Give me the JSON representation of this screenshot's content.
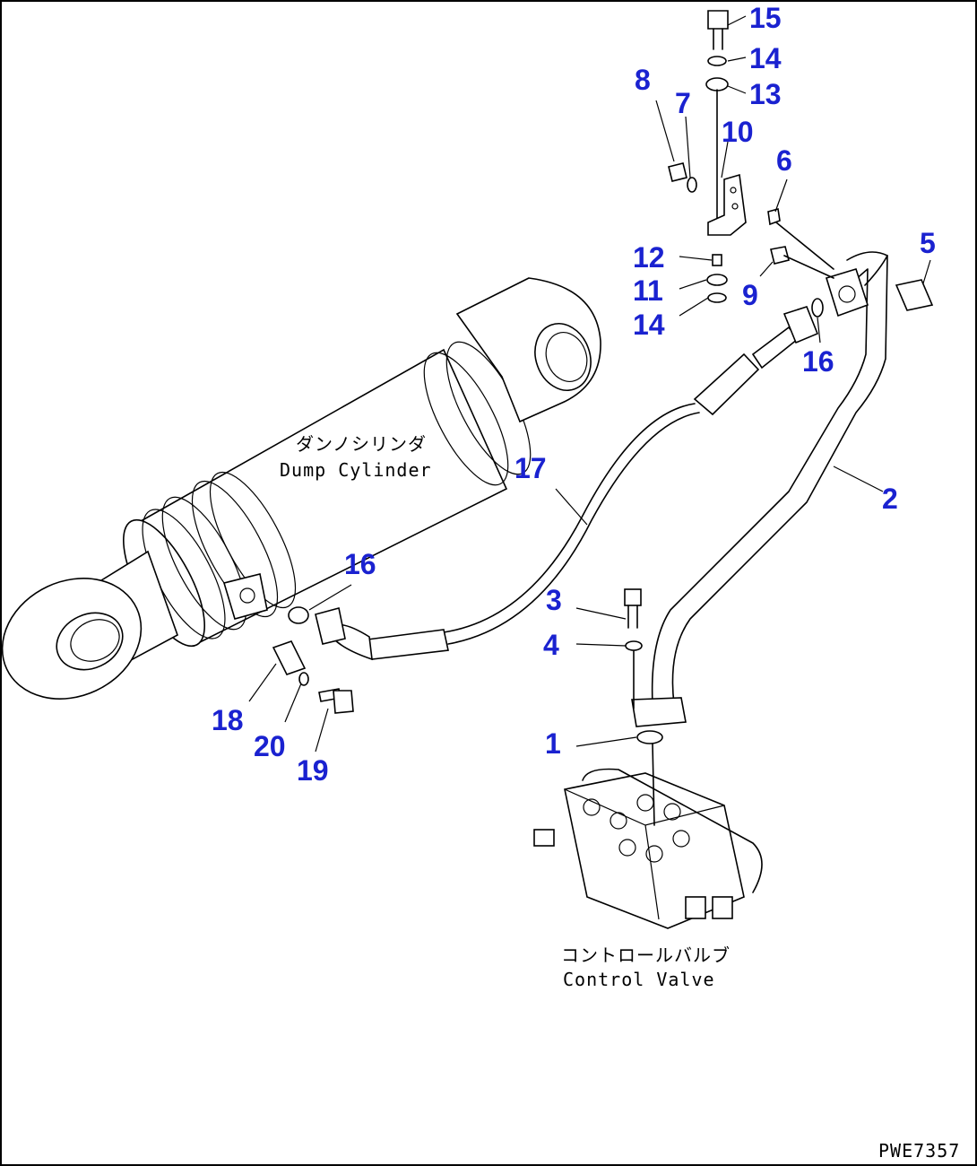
{
  "drawing_number": "PWE7357",
  "components": {
    "dump_cylinder": {
      "label_jp": "ダンノシリンダ",
      "label_en": "Dump Cylinder"
    },
    "control_valve": {
      "label_jp": "コントロールバルブ",
      "label_en": "Control Valve"
    }
  },
  "callouts": [
    {
      "id": "c15",
      "text": "15"
    },
    {
      "id": "c14a",
      "text": "14"
    },
    {
      "id": "c13",
      "text": "13"
    },
    {
      "id": "c8",
      "text": "8"
    },
    {
      "id": "c7",
      "text": "7"
    },
    {
      "id": "c10",
      "text": "10"
    },
    {
      "id": "c6",
      "text": "6"
    },
    {
      "id": "c5",
      "text": "5"
    },
    {
      "id": "c12",
      "text": "12"
    },
    {
      "id": "c11",
      "text": "11"
    },
    {
      "id": "c9",
      "text": "9"
    },
    {
      "id": "c14b",
      "text": "14"
    },
    {
      "id": "c16a",
      "text": "16"
    },
    {
      "id": "c17",
      "text": "17"
    },
    {
      "id": "c2",
      "text": "2"
    },
    {
      "id": "c16b",
      "text": "16"
    },
    {
      "id": "c3",
      "text": "3"
    },
    {
      "id": "c4",
      "text": "4"
    },
    {
      "id": "c1",
      "text": "1"
    },
    {
      "id": "c18",
      "text": "18"
    },
    {
      "id": "c20",
      "text": "20"
    },
    {
      "id": "c19",
      "text": "19"
    }
  ]
}
